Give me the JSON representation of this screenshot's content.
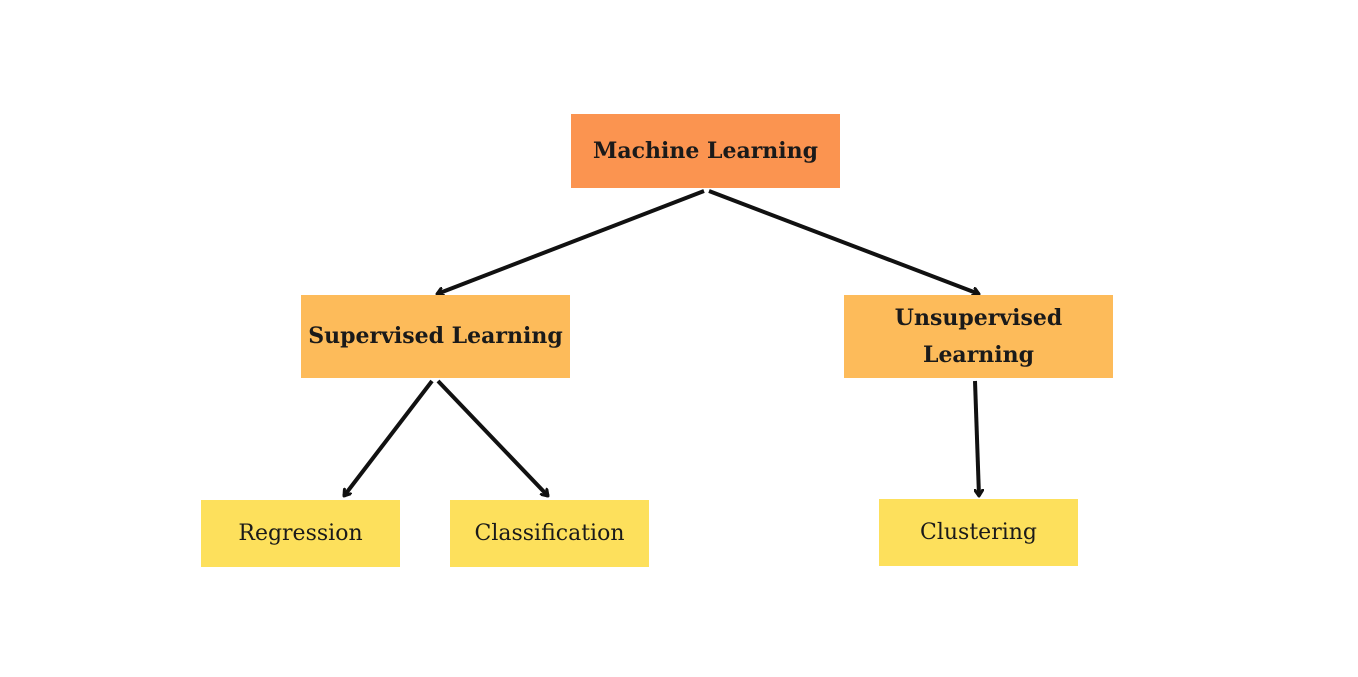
{
  "diagram": {
    "colors": {
      "root": "#fb9450",
      "branch": "#fdbb5a",
      "leaf": "#fde05c",
      "edge": "#111111",
      "text": "#1a1a1a"
    },
    "nodes": [
      {
        "id": "ml",
        "label": "Machine Learning",
        "level": 0
      },
      {
        "id": "sup",
        "label": "Supervised Learning",
        "level": 1
      },
      {
        "id": "unsup",
        "label": "Unsupervised Learning",
        "level": 1
      },
      {
        "id": "reg",
        "label": "Regression",
        "level": 2
      },
      {
        "id": "cls",
        "label": "Classification",
        "level": 2
      },
      {
        "id": "clu",
        "label": "Clustering",
        "level": 2
      }
    ],
    "edges": [
      {
        "from": "ml",
        "to": "sup"
      },
      {
        "from": "ml",
        "to": "unsup"
      },
      {
        "from": "sup",
        "to": "reg"
      },
      {
        "from": "sup",
        "to": "cls"
      },
      {
        "from": "unsup",
        "to": "clu"
      }
    ]
  }
}
